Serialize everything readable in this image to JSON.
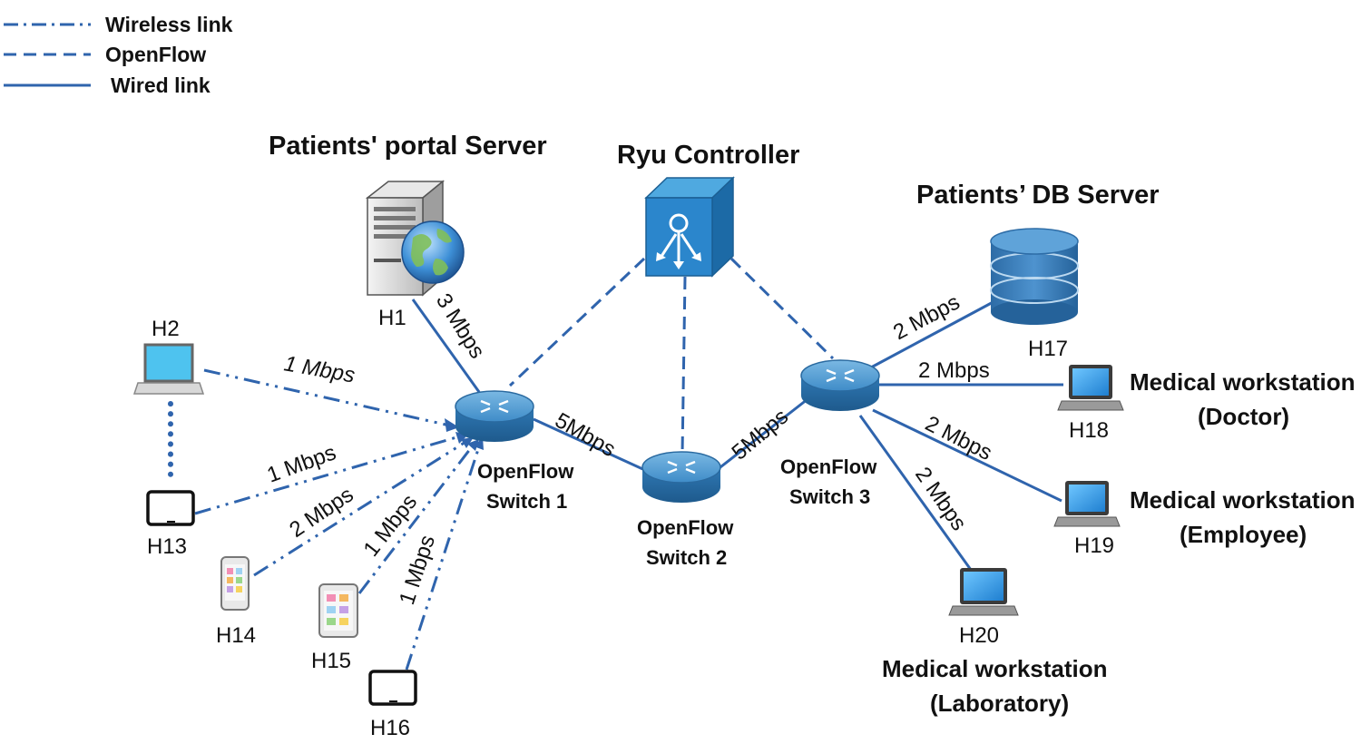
{
  "colors": {
    "link": "#2f64ad",
    "device_blue": "#3b86c2",
    "switch_top": "#5fa3d4",
    "switch_side": "#2c6ea4",
    "text": "#111111"
  },
  "legend": {
    "wireless": "Wireless link",
    "openflow": "OpenFlow",
    "wired": "Wired link"
  },
  "titles": {
    "portal_server": "Patients' portal Server",
    "controller": "Ryu Controller",
    "db_server": "Patients’ DB Server"
  },
  "switches": {
    "s1_line1": "OpenFlow",
    "s1_line2": "Switch 1",
    "s2_line1": "OpenFlow",
    "s2_line2": "Switch 2",
    "s3_line1": "OpenFlow",
    "s3_line2": "Switch 3"
  },
  "hosts": {
    "h1": "H1",
    "h2": "H2",
    "h13": "H13",
    "h14": "H14",
    "h15": "H15",
    "h16": "H16",
    "h17": "H17",
    "h18": "H18",
    "h19": "H19",
    "h20": "H20"
  },
  "workstations": {
    "doctor_line1": "Medical workstation",
    "doctor_line2": "(Doctor)",
    "employee_line1": "Medical workstation",
    "employee_line2": "(Employee)",
    "lab_line1": "Medical workstation",
    "lab_line2": "(Laboratory)"
  },
  "links": {
    "h1_s1": "3 Mbps",
    "h2_s1": "1 Mbps",
    "h13_s1": "1 Mbps",
    "h14_s1": "2 Mbps",
    "h15_s1": "1 Mbps",
    "h16_s1": "1 Mbps",
    "s1_s2": "5Mbps",
    "s2_s3": "5Mbps",
    "s3_h17": "2 Mbps",
    "s3_h18": "2 Mbps",
    "s3_h19": "2 Mbps",
    "s3_h20": "2 Mbps"
  },
  "icons": {
    "server": "web-server-icon",
    "controller": "sdn-controller-icon",
    "database": "database-icon",
    "laptop": "laptop-icon",
    "tablet": "tablet-icon",
    "phone": "smartphone-icon",
    "switch": "router-switch-icon"
  }
}
